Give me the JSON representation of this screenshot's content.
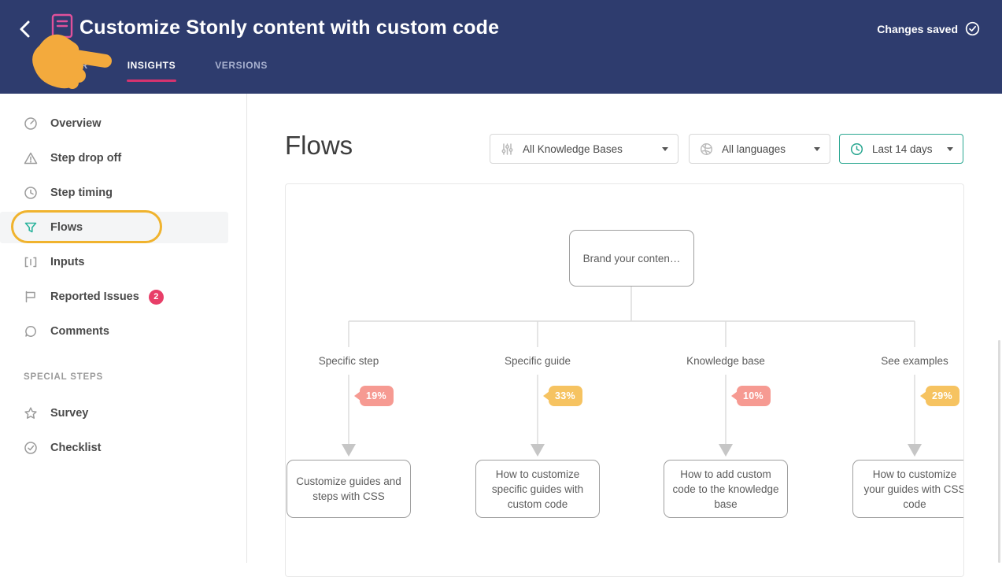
{
  "header": {
    "title": "Customize Stonly content with custom code",
    "status_label": "Changes saved",
    "tabs": [
      {
        "label": "EDITOR"
      },
      {
        "label": "INSIGHTS"
      },
      {
        "label": "VERSIONS"
      }
    ]
  },
  "sidebar": {
    "items": [
      {
        "label": "Overview",
        "icon": "gauge-icon"
      },
      {
        "label": "Step drop off",
        "icon": "warning-triangle-icon"
      },
      {
        "label": "Step timing",
        "icon": "clock-icon"
      },
      {
        "label": "Flows",
        "icon": "funnel-icon"
      },
      {
        "label": "Inputs",
        "icon": "input-field-icon"
      },
      {
        "label": "Reported Issues",
        "icon": "flag-icon",
        "badge": "2"
      },
      {
        "label": "Comments",
        "icon": "comment-icon"
      }
    ],
    "section_label": "SPECIAL STEPS",
    "special_items": [
      {
        "label": "Survey",
        "icon": "star-icon"
      },
      {
        "label": "Checklist",
        "icon": "check-circle-icon"
      }
    ]
  },
  "main": {
    "heading": "Flows",
    "filters": [
      {
        "label": "All Knowledge Bases",
        "icon": "sliders-icon"
      },
      {
        "label": "All languages",
        "icon": "globe-icon"
      },
      {
        "label": "Last 14 days",
        "icon": "clock-icon"
      }
    ]
  },
  "diagram": {
    "root_label": "Brand your conten…",
    "branches": [
      {
        "label": "Specific step",
        "percent": "19%",
        "badge_color": "#F69A92",
        "target": "Customize guides and steps with CSS"
      },
      {
        "label": "Specific guide",
        "percent": "33%",
        "badge_color": "#F6C361",
        "target": "How to customize specific guides with custom code"
      },
      {
        "label": "Knowledge base",
        "percent": "10%",
        "badge_color": "#F69A92",
        "target": "How to add custom code to the knowledge base"
      },
      {
        "label": "See examples",
        "percent": "29%",
        "badge_color": "#F6C361",
        "target": "How to customize your guides with CSS code"
      }
    ]
  },
  "colors": {
    "header_bg": "#2E3C6E",
    "accent_pink": "#D6336F",
    "teal": "#2AA791",
    "issues_badge_red": "#E83E68",
    "hand_pointer": "#F3AA3D",
    "badge_salmon": "#F69A92",
    "badge_yellow": "#F6C361"
  }
}
